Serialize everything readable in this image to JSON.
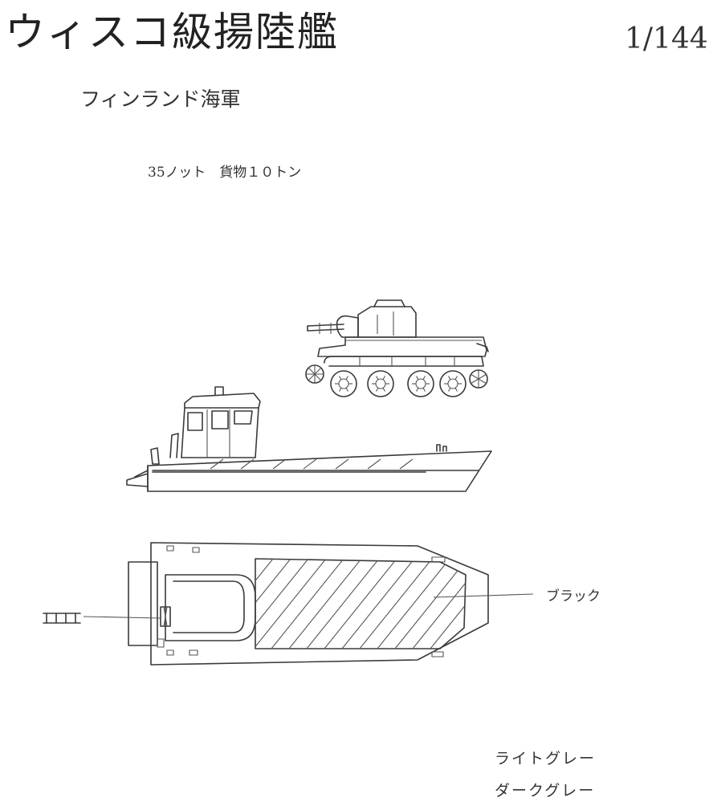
{
  "sheet": {
    "title": "ウィスコ級揚陸艦",
    "scale": "1/144",
    "subtitle": "フィンランド海軍",
    "specs": "35ノット　貨物１０トン"
  },
  "callouts": {
    "deck_color": "ブラック",
    "color_light": "ライトグレー",
    "color_dark": "ダークグレー"
  },
  "colors": {
    "ink": "#3a3a3a",
    "paper": "#ffffff"
  }
}
